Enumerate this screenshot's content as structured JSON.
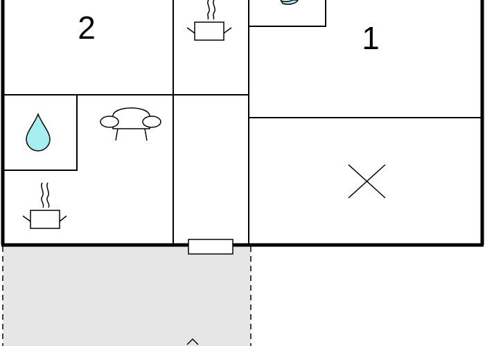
{
  "floorplan": {
    "rooms": [
      {
        "id": "room-2",
        "label": "2"
      },
      {
        "id": "room-1",
        "label": "1"
      }
    ],
    "icons": [
      "kitchen-pot-icon",
      "water-drop-icon",
      "sofa-icon",
      "bed-cross-icon",
      "door-icon"
    ],
    "colors": {
      "wall": "#000000",
      "water": "#a6eef0",
      "terrace": "#e6e6e6",
      "background": "#ffffff"
    }
  }
}
